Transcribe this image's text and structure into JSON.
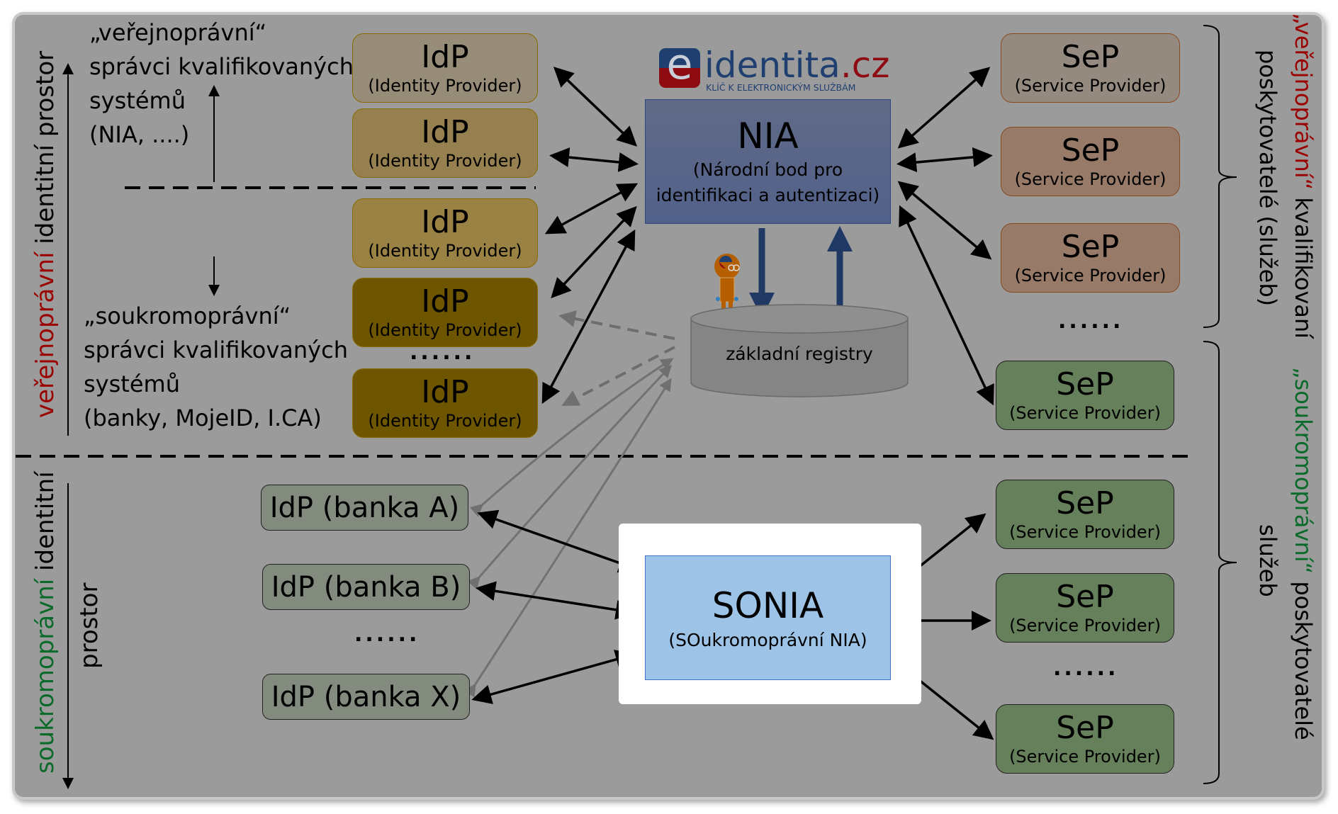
{
  "logo": {
    "prefix": "e",
    "name": "identita",
    "tld": ".cz",
    "tagline": "KLÍČ K ELEKTRONICKÝM SLUŽBÁM"
  },
  "nia": {
    "title": "NIA",
    "subtitle_line1": "(Národní bod pro",
    "subtitle_line2": "identifikaci a autentizaci)"
  },
  "registry": {
    "label": "základní registry"
  },
  "sonia": {
    "title": "SONIA",
    "subtitle": "(SOukromoprávní NIA)"
  },
  "left_labels": {
    "public": {
      "quote": "„veřejnoprávní“",
      "line2": "správci kvalifikovaných",
      "line3": "systémů",
      "line4": "(NIA, ....)"
    },
    "private": {
      "quote": "„soukromoprávní“",
      "line2": "správci kvalifikovaných",
      "line3": "systémů",
      "line4": "(banky, MojeID, I.CA)"
    }
  },
  "side_labels": {
    "public_space": {
      "colored": "veřejnoprávní",
      "rest": " identitní prostor"
    },
    "private_space": {
      "colored": "soukromoprávní",
      "rest": " identitní",
      "line2": "prostor"
    }
  },
  "right_labels": {
    "public": {
      "colored": "„veřejnoprávní“",
      "rest": " kvalifikovaní",
      "line2": "poskytovatelé (služeb)"
    },
    "private": {
      "colored": "„soukromoprávní“",
      "rest": " poskytovatelé",
      "line2": "služeb"
    }
  },
  "idp": {
    "title": "IdP",
    "subtitle": "(Identity Provider)"
  },
  "sep": {
    "title": "SeP",
    "subtitle": "(Service Provider)"
  },
  "banks": [
    "IdP (banka A)",
    "IdP (banka B)",
    "IdP (banka X)"
  ],
  "ellipsis": "......",
  "colors": {
    "background": "#9b9b9b",
    "nia": "#5b6a8c",
    "sonia": "#9dc3e6",
    "public_accent": "#9b0000",
    "private_accent": "#0a6a2a",
    "registry_arrow": "#1f3864"
  }
}
